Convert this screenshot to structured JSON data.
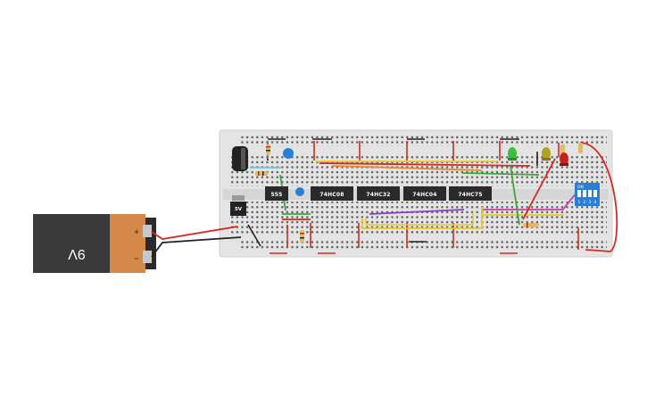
{
  "battery": {
    "label": "9V",
    "plus": "+",
    "minus": "−"
  },
  "regulator": {
    "label": "5V"
  },
  "chips": [
    {
      "label": "555"
    },
    {
      "label": "74HC08"
    },
    {
      "label": "74HC32"
    },
    {
      "label": "74HC04"
    },
    {
      "label": "74HC75"
    }
  ],
  "dip_switch": {
    "on_label": "ON",
    "numbers": [
      "1",
      "2",
      "3",
      "4"
    ]
  },
  "colors": {
    "breadboard": "#e4e4e4",
    "wire_red": "#d42a20",
    "wire_yellow": "#e6c72b",
    "wire_orange": "#e8862b",
    "wire_green": "#3ca83c",
    "wire_purple": "#8a3cc8",
    "wire_magenta": "#c83cb4",
    "chip": "#2a2a2a",
    "dip_switch": "#2a7fd4",
    "battery_body": "#3a3a3a",
    "battery_copper": "#d4884a"
  }
}
